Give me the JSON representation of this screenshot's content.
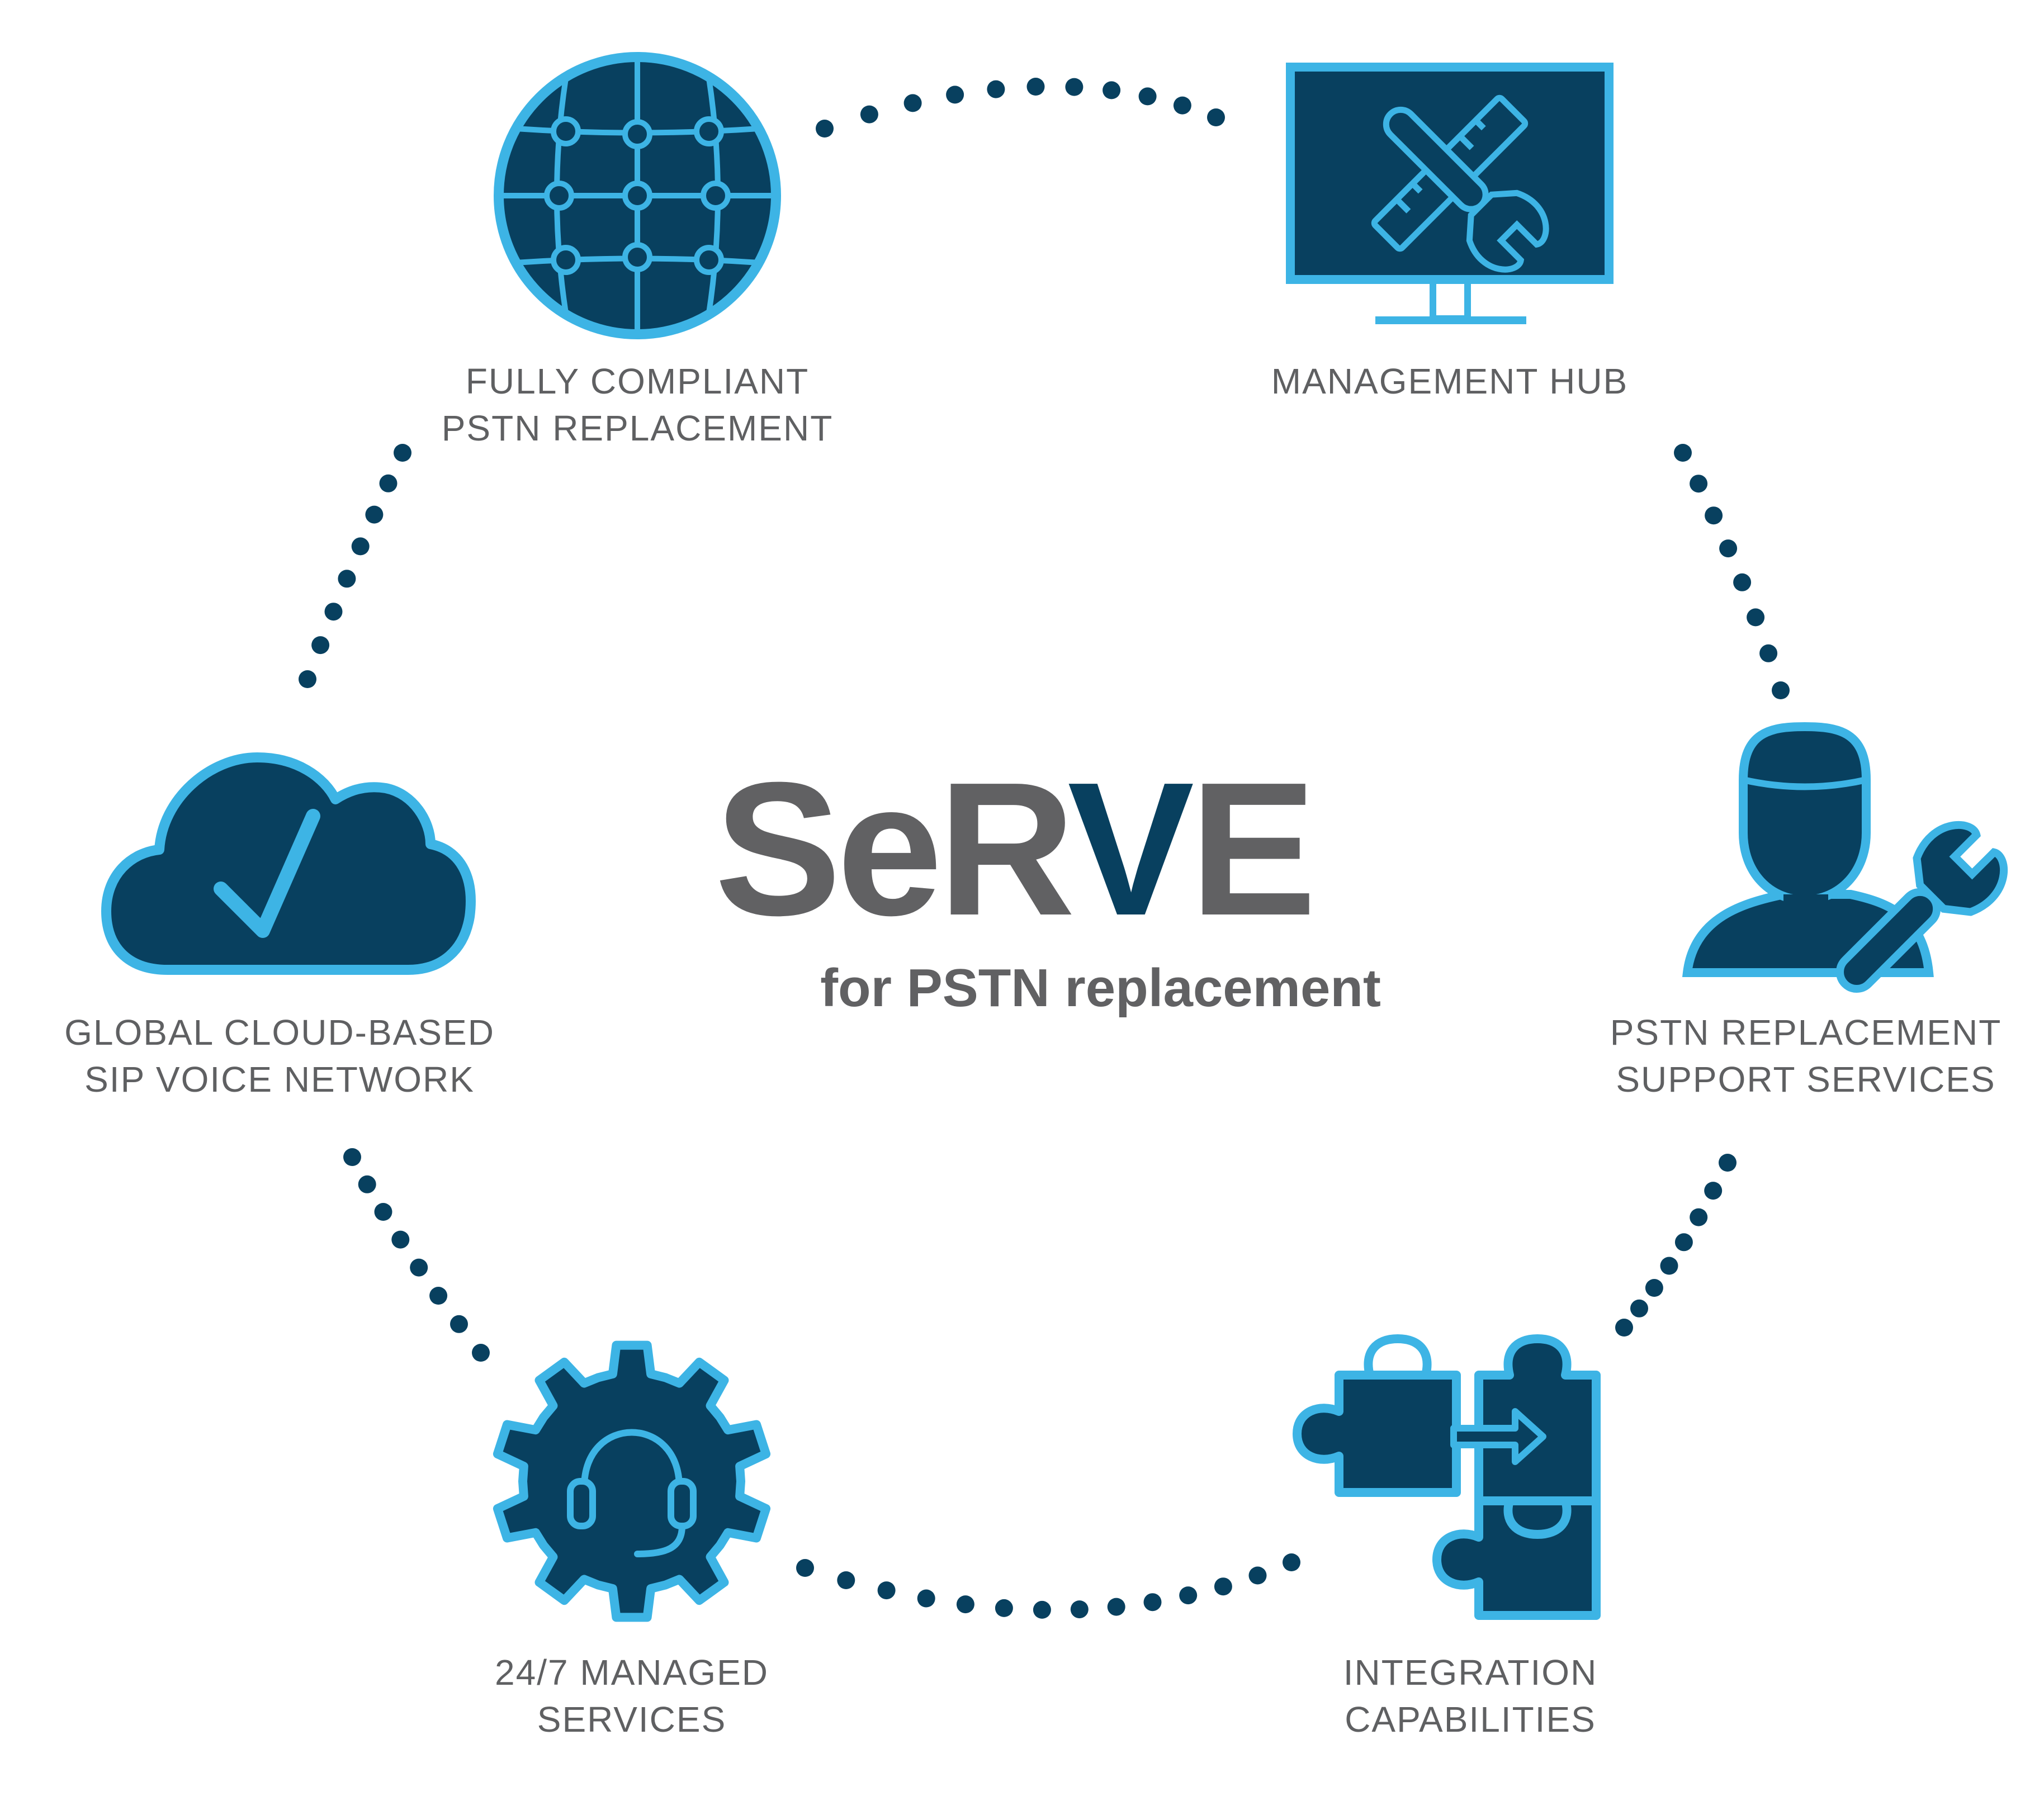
{
  "colors": {
    "navy": "#08405f",
    "cyan": "#3db4e5",
    "gray": "#616163",
    "label_gray": "#5f6062"
  },
  "center": {
    "logo": {
      "part1": "SeR",
      "part2": "V",
      "part3": "E"
    },
    "tagline": "for PSTN replacement"
  },
  "nodes": [
    {
      "icon": "globe-network-icon",
      "label_lines": [
        "FULLY COMPLIANT",
        "PSTN REPLACEMENT"
      ]
    },
    {
      "icon": "monitor-tools-icon",
      "label_lines": [
        "MANAGEMENT HUB"
      ]
    },
    {
      "icon": "technician-wrench-icon",
      "label_lines": [
        "PSTN REPLACEMENT",
        "SUPPORT SERVICES"
      ]
    },
    {
      "icon": "puzzle-arrow-icon",
      "label_lines": [
        "INTEGRATION",
        "CAPABILITIES"
      ]
    },
    {
      "icon": "gear-headset-icon",
      "label_lines": [
        "24/7 MANAGED",
        "SERVICES"
      ]
    },
    {
      "icon": "cloud-check-icon",
      "label_lines": [
        "GLOBAL CLOUD-BASED",
        "SIP VOICE NETWORK"
      ]
    }
  ]
}
